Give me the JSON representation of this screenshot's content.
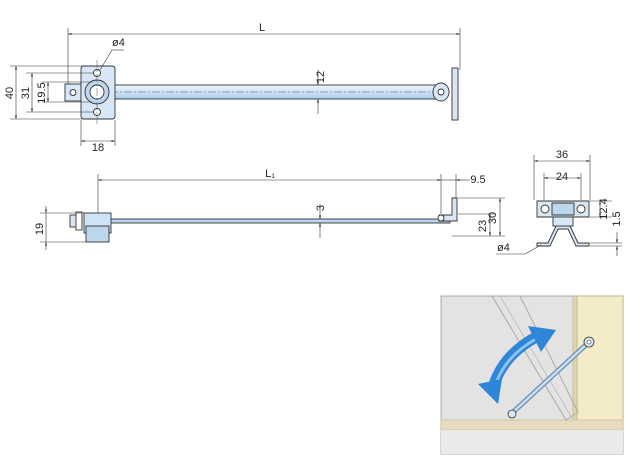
{
  "colors": {
    "bar": "#cfe3f6",
    "bar_highlight": "#eef6fd",
    "metal": "#d8e7f5",
    "outline": "#333333",
    "wall": "#f4ecc8",
    "wall_side": "#e2d7aa",
    "floor": "#e8dcc0",
    "floor_edge": "#cdbf9c",
    "cabinet_bg": "#e3e3e3",
    "arrow": "#2f86d8",
    "arrow_light": "#8cc3f0"
  },
  "top_view": {
    "overall_length": "L",
    "dia": "ø4",
    "bar_width": "12",
    "h_outer": "40",
    "h_mid": "31",
    "h_inner": "19.5",
    "bracket_width": "18"
  },
  "side_view": {
    "length": "L₁",
    "offset": "9.5",
    "thickness": "3",
    "base_height": "19",
    "drop": "23",
    "total_height": "30"
  },
  "end_view": {
    "outer_width": "36",
    "inner_width": "24",
    "height": "12.4",
    "plate_thickness": "1.5",
    "hole": "ø4"
  },
  "application_view": {
    "icon": "curved-double-arrow-icon"
  }
}
